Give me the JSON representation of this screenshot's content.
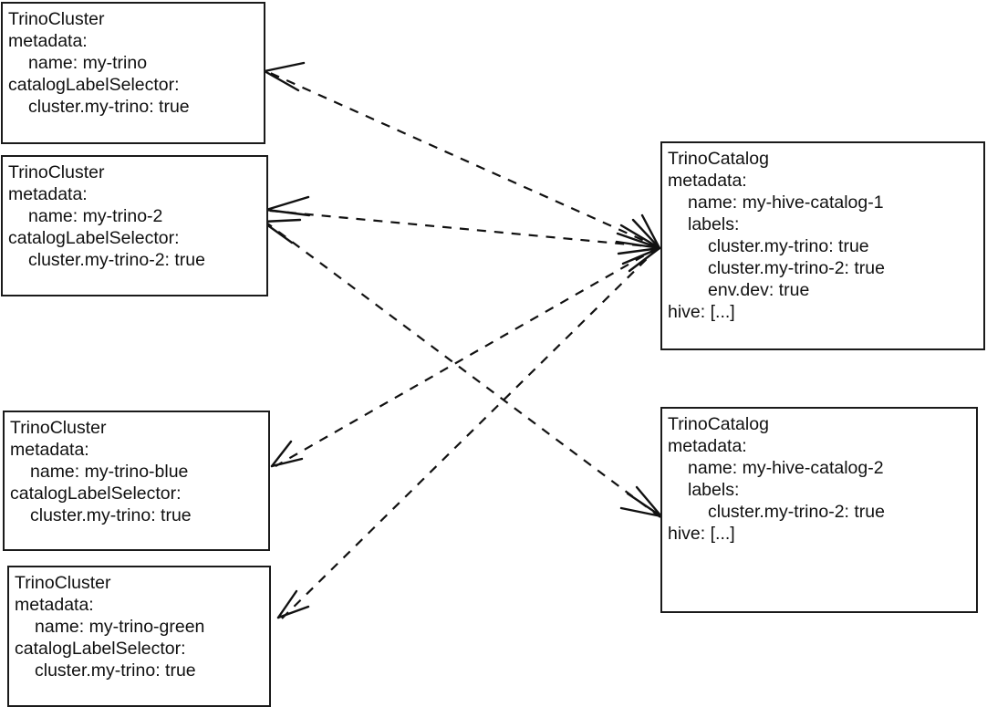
{
  "diagram": {
    "title": "TrinoCluster to TrinoCatalog label-selector matching",
    "type": "kubernetes-resource-relationship",
    "edge_style": "dashed",
    "arrow_direction": "bidirectional-fan",
    "stroke_color": "#111111",
    "background_color": "#ffffff"
  },
  "nodes": {
    "cluster_1": {
      "kind": "TrinoCluster",
      "metadata_label": "metadata:",
      "name_line": "name: my-trino",
      "selector_label": "catalogLabelSelector:",
      "selector_line": "cluster.my-trino: true"
    },
    "cluster_2": {
      "kind": "TrinoCluster",
      "metadata_label": "metadata:",
      "name_line": "name: my-trino-2",
      "selector_label": "catalogLabelSelector:",
      "selector_line": "cluster.my-trino-2: true"
    },
    "cluster_3": {
      "kind": "TrinoCluster",
      "metadata_label": "metadata:",
      "name_line": "name: my-trino-blue",
      "selector_label": "catalogLabelSelector:",
      "selector_line": "cluster.my-trino: true"
    },
    "cluster_4": {
      "kind": "TrinoCluster",
      "metadata_label": "metadata:",
      "name_line": "name: my-trino-green",
      "selector_label": "catalogLabelSelector:",
      "selector_line": "cluster.my-trino: true"
    },
    "catalog_1": {
      "kind": "TrinoCatalog",
      "metadata_label": "metadata:",
      "name_line": "name: my-hive-catalog-1",
      "labels_label": "labels:",
      "label_1": "cluster.my-trino: true",
      "label_2": "cluster.my-trino-2: true",
      "label_3": "env.dev: true",
      "hive_line": "hive: [...]"
    },
    "catalog_2": {
      "kind": "TrinoCatalog",
      "metadata_label": "metadata:",
      "name_line": "name: my-hive-catalog-2",
      "labels_label": "labels:",
      "label_1": "cluster.my-trino-2: true",
      "hive_line": "hive: [...]"
    }
  },
  "edges": [
    {
      "from": "catalog_1",
      "to": "cluster_1"
    },
    {
      "from": "catalog_1",
      "to": "cluster_2"
    },
    {
      "from": "catalog_1",
      "to": "cluster_3"
    },
    {
      "from": "catalog_1",
      "to": "cluster_4"
    },
    {
      "from": "catalog_2",
      "to": "cluster_2"
    }
  ]
}
